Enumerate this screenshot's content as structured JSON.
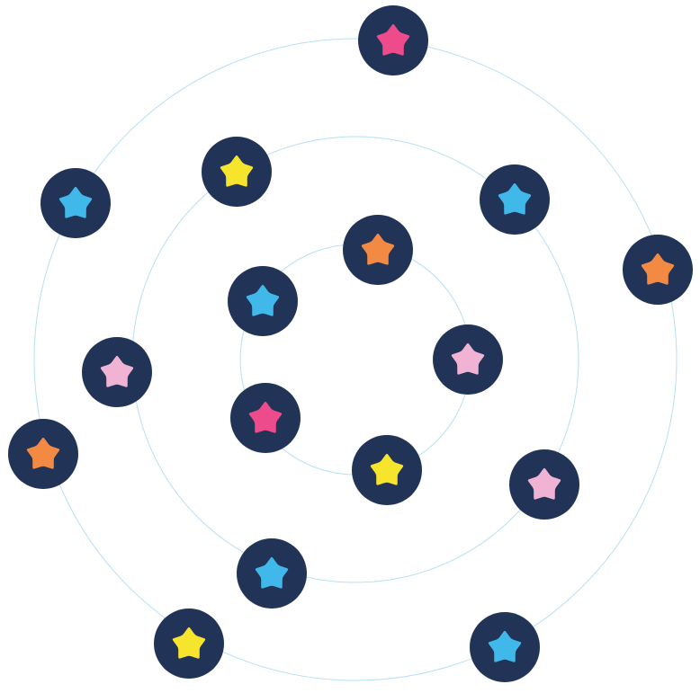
{
  "colors": {
    "background": "#ffffff",
    "ring": "#b7e0f2",
    "node": "#213356",
    "pink": "#ee4b8c",
    "yellow": "#f7e52d",
    "blue": "#40b9ea",
    "orange": "#f38a44",
    "light-pink": "#f0b3d4"
  },
  "icon": "star-icon",
  "rings": [
    {
      "name": "inner-orbit-ring"
    },
    {
      "name": "middle-orbit-ring"
    },
    {
      "name": "outer-orbit-ring"
    }
  ],
  "nodes": [
    {
      "ring": 2,
      "star_color": "pink"
    },
    {
      "ring": 2,
      "star_color": "blue"
    },
    {
      "ring": 2,
      "star_color": "orange"
    },
    {
      "ring": 2,
      "star_color": "orange"
    },
    {
      "ring": 2,
      "star_color": "yellow"
    },
    {
      "ring": 2,
      "star_color": "blue"
    },
    {
      "ring": 1,
      "star_color": "yellow"
    },
    {
      "ring": 1,
      "star_color": "blue"
    },
    {
      "ring": 1,
      "star_color": "light-pink"
    },
    {
      "ring": 1,
      "star_color": "light-pink"
    },
    {
      "ring": 1,
      "star_color": "blue"
    },
    {
      "ring": 0,
      "star_color": "orange"
    },
    {
      "ring": 0,
      "star_color": "blue"
    },
    {
      "ring": 0,
      "star_color": "light-pink"
    },
    {
      "ring": 0,
      "star_color": "pink"
    },
    {
      "ring": 0,
      "star_color": "yellow"
    }
  ]
}
